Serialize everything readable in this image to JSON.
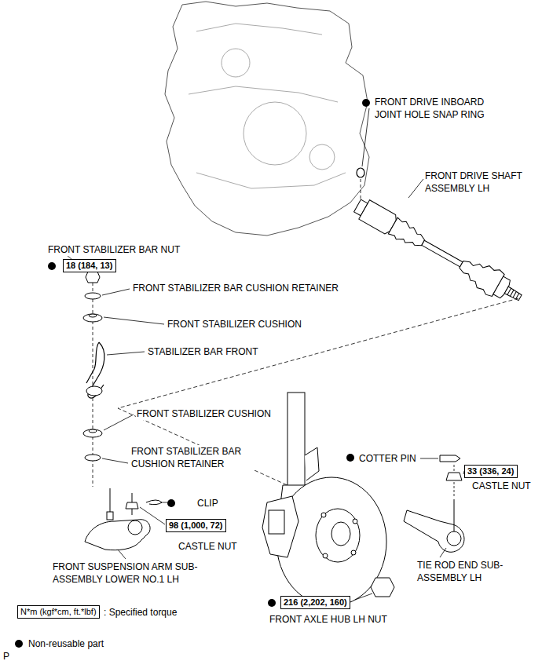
{
  "diagram": {
    "nodes": [
      {
        "text": [
          "18 (184, 13)"
        ]
      },
      {
        "text": [
          "33 (336, 24)"
        ]
      },
      {
        "text": [
          "98 (1,000, 72)"
        ]
      },
      {
        "text": [
          "216 (2,202, 160)"
        ]
      },
      {
        "text": [
          "N*m (kgf*cm, ft.*lbf)"
        ]
      }
    ],
    "labels": [
      "FRONT DRIVE INBOARD JOINT HOLE SNAP RING",
      "FRONT DRIVE SHAFT ASSEMBLY LH",
      "FRONT STABILIZER BAR NUT",
      "FRONT STABILIZER BAR CUSHION RETAINER",
      "FRONT STABILIZER CUSHION",
      "STABILIZER BAR FRONT",
      "FRONT STABILIZER CUSHION",
      "FRONT STABILIZER BAR CUSHION RETAINER",
      "COTTER PIN",
      "CASTLE NUT",
      "CLIP",
      "CASTLE NUT",
      "FRONT SUSPENSION ARM SUB-ASSEMBLY LOWER NO.1 LH",
      "TIE ROD END SUB-ASSEMBLY LH",
      "FRONT AXLE HUB LH NUT",
      "P"
    ],
    "legend": [
      {
        "text": ": Specified torque"
      },
      {
        "text": "Non-reusable part"
      }
    ]
  }
}
